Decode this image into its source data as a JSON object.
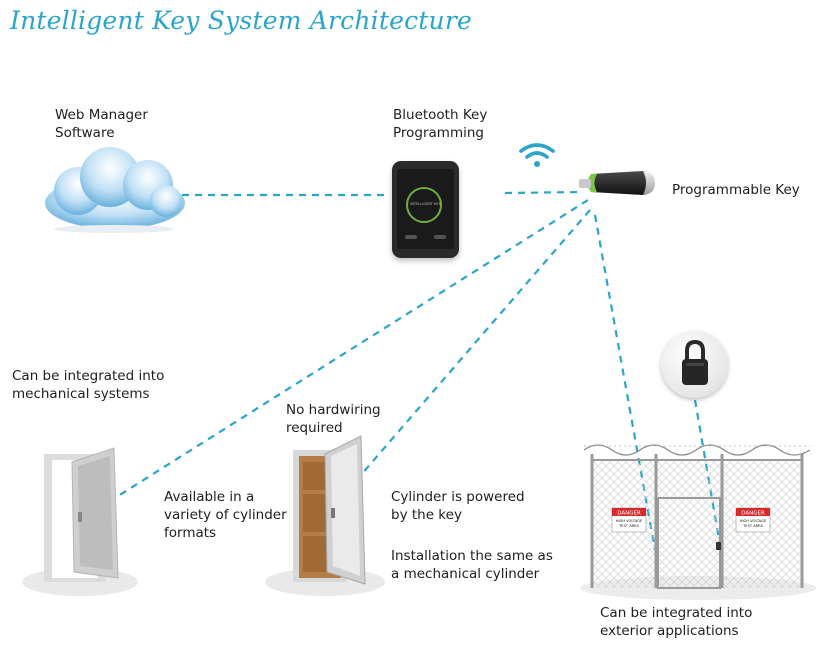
{
  "title": "Intelligent Key System Architecture",
  "nodes": {
    "web_manager": "Web Manager\nSoftware",
    "bluetooth": "Bluetooth Key\nProgramming",
    "programmable_key": "Programmable Key",
    "mechanical": "Can be integrated into\nmechanical systems",
    "no_hardwiring": "No hardwiring\nrequired",
    "cylinder_formats": "Available in a\nvariety of cylinder\nformats",
    "powered": "Cylinder is powered\nby the key",
    "installation": "Installation the same as\na mechanical cylinder",
    "exterior": "Can be integrated into\nexterior applications"
  },
  "phone_screen_text": "INTELLIGENT KEY",
  "signs": {
    "word": "DANGER",
    "line1": "HIGH VOLTAGE",
    "line2": "TEST AREA"
  },
  "colors": {
    "accent": "#2aa5c9",
    "connector": "#2aa5c9",
    "key_led": "#7ac943"
  },
  "icons": [
    "cloud-icon",
    "smartphone-icon",
    "wifi-icon",
    "electronic-key-icon",
    "door-icon",
    "door-open-icon",
    "padlock-icon",
    "fence-gate-icon"
  ]
}
